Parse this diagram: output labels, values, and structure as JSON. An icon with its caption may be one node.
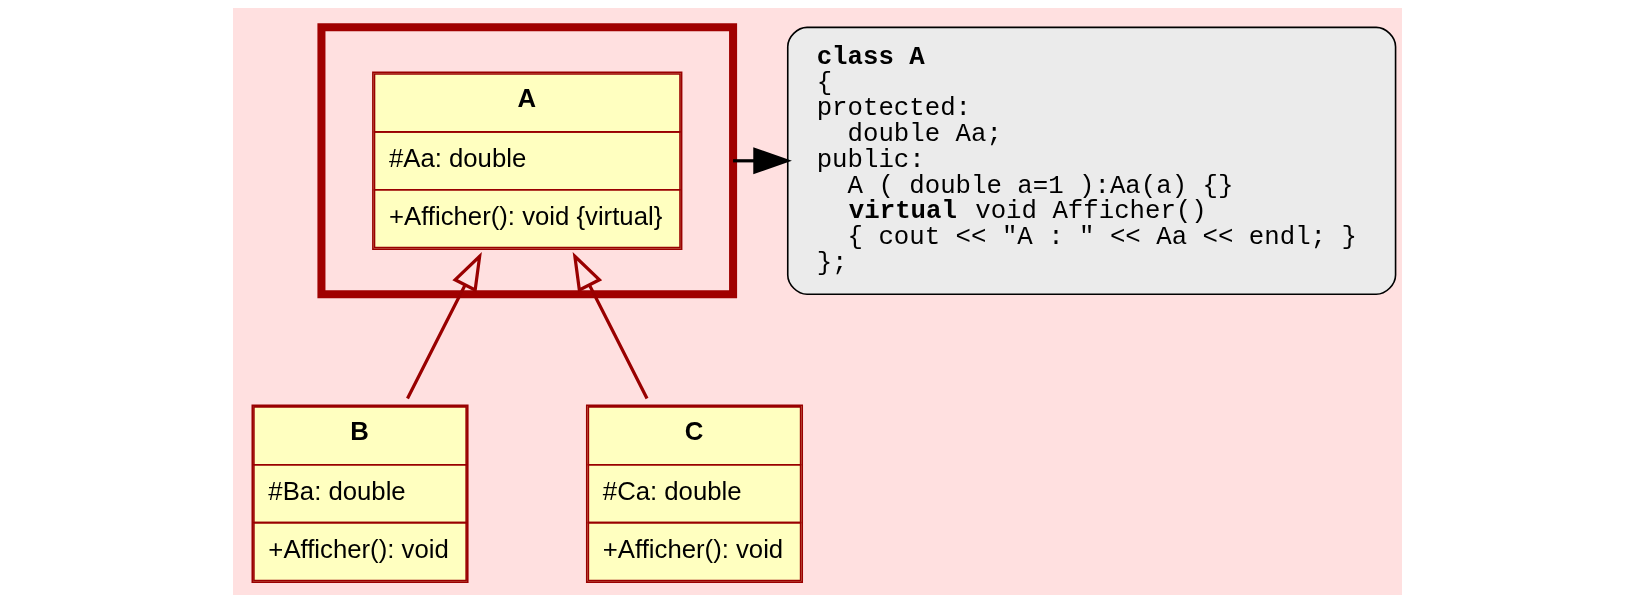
{
  "diagram": {
    "nodes": [
      {
        "text": [],
        "shape": "box"
      },
      {
        "text": [
          "A",
          "#Aa: double",
          "+Afficher(): void {virtual}"
        ],
        "in": 0
      },
      {
        "text": [
          "B",
          "#Ba: double",
          "+Afficher(): void"
        ]
      },
      {
        "text": [
          "C",
          "#Ca: double",
          "+Afficher(): void"
        ]
      },
      {
        "text": [
          "**class A**",
          "{",
          "protected:",
          "  double Aa;",
          "public:",
          "  A ( double a=1 ):Aa(a) {}",
          "  **virtual** void Afficher()",
          "  { cout << \"A : \" << Aa << endl; }",
          "};"
        ]
      }
    ],
    "edges": [
      {
        "from": 0,
        "to": 4,
        "arrow": "to",
        "color": "#000000"
      },
      {
        "from": 2,
        "to": 1,
        "arrow": "to"
      },
      {
        "from": 3,
        "to": 1,
        "arrow": "to"
      }
    ]
  }
}
